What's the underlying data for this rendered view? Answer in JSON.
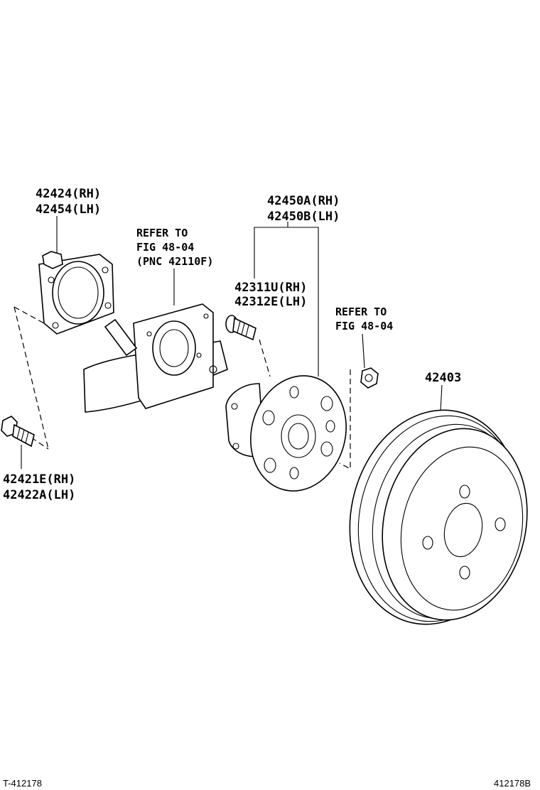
{
  "parts": {
    "sensor_rh": "42424(RH)",
    "sensor_lh": "42454(LH)",
    "refer1_line1": "REFER TO",
    "refer1_line2": "FIG 48-04",
    "refer1_line3": "(PNC 42110F)",
    "hub_rh": "42450A(RH)",
    "hub_lh": "42450B(LH)",
    "bolt_hub_rh": "42311U(RH)",
    "bolt_hub_lh": "42312E(LH)",
    "refer2_line1": "REFER TO",
    "refer2_line2": "FIG 48-04",
    "drum": "42403",
    "bolt_rh": "42421E(RH)",
    "bolt_lh": "42422A(LH)"
  },
  "footer": {
    "left": "T-412178",
    "right": "412178B"
  }
}
